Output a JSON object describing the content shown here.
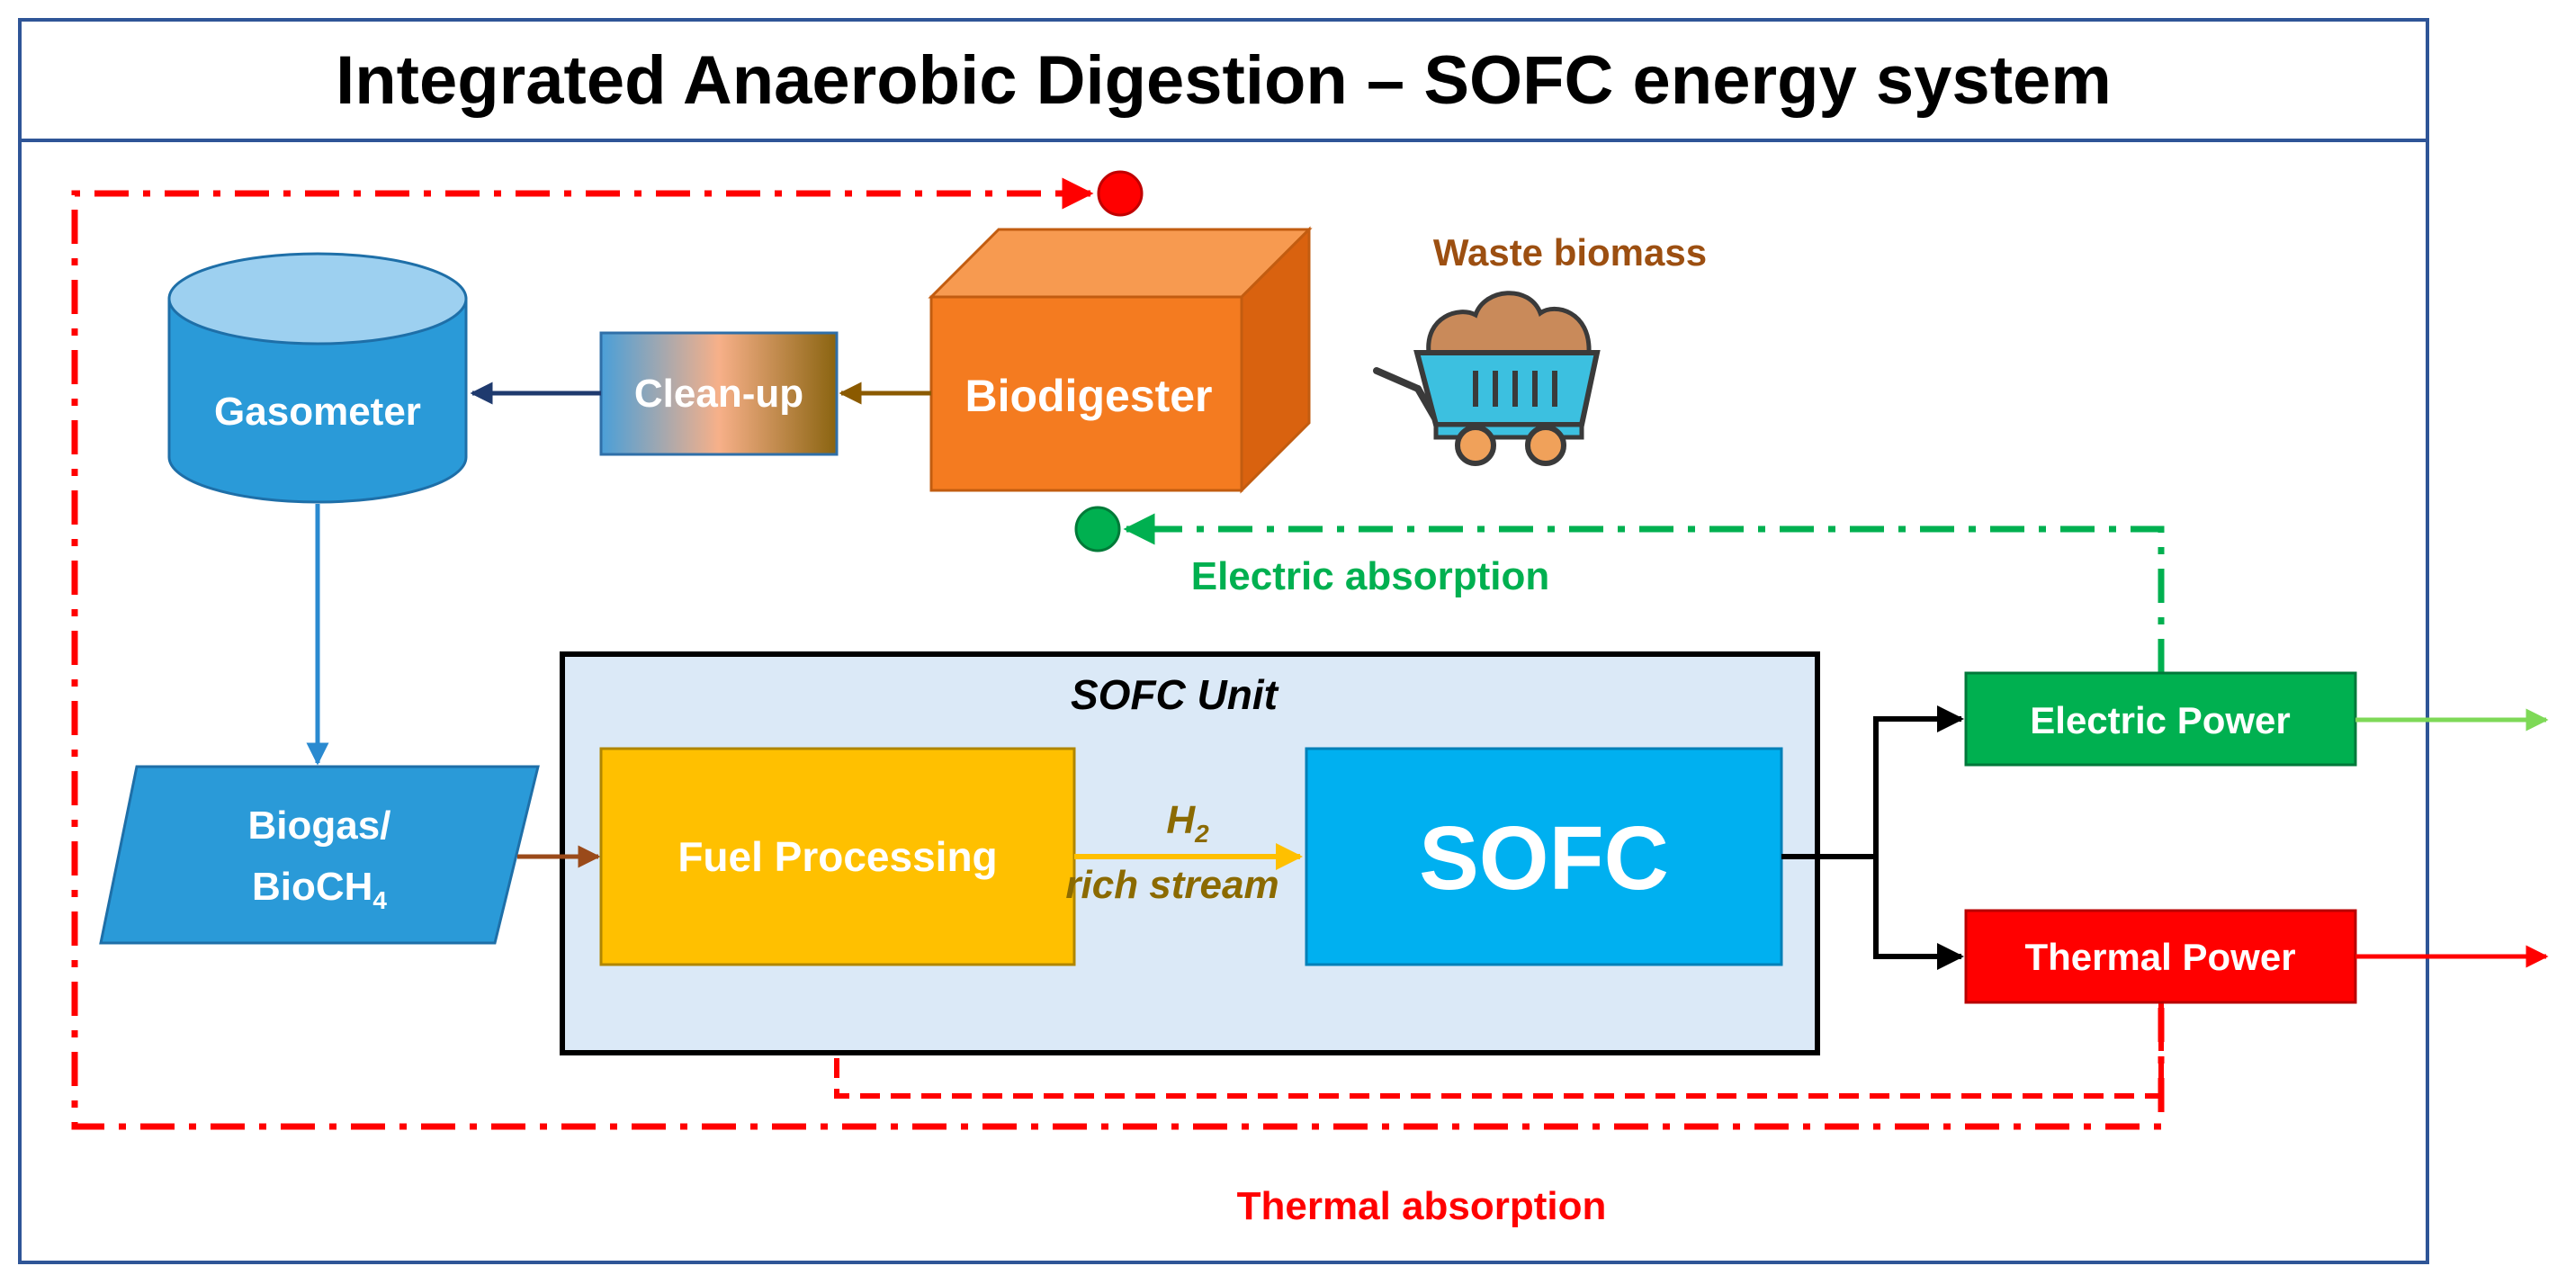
{
  "title": "Integrated Anaerobic Digestion – SOFC energy system",
  "nodes": {
    "gasometer": "Gasometer",
    "cleanup": "Clean-up",
    "biodigester": "Biodigester",
    "waste_biomass": "Waste biomass",
    "biogas_line1": "Biogas/",
    "biogas_line2_prefix": "BioCH",
    "biogas_line2_sub": "4",
    "sofc_unit": "SOFC Unit",
    "fuel_processing": "Fuel Processing",
    "h2_main": "H",
    "h2_sub": "2",
    "rich_stream": "rich stream",
    "sofc": "SOFC",
    "electric_power": "Electric Power",
    "thermal_power": "Thermal Power"
  },
  "loops": {
    "electric_absorption": "Electric absorption",
    "thermal_absorption": "Thermal absorption"
  },
  "colors": {
    "border": "#2f5597",
    "gasometer": "#2a9ad8",
    "biodigester": "#f47b20",
    "biomass": "#9c4f11",
    "fuel_processing": "#ffc000",
    "sofc": "#00b0f0",
    "sofc_unit_bg": "#dbe9f7",
    "electric": "#00b050",
    "thermal": "#ff0000",
    "cart": "#3cc0e0"
  },
  "icons": {
    "cart": "waste-cart-icon",
    "red_node": "red-node-icon",
    "green_node": "green-node-icon"
  }
}
